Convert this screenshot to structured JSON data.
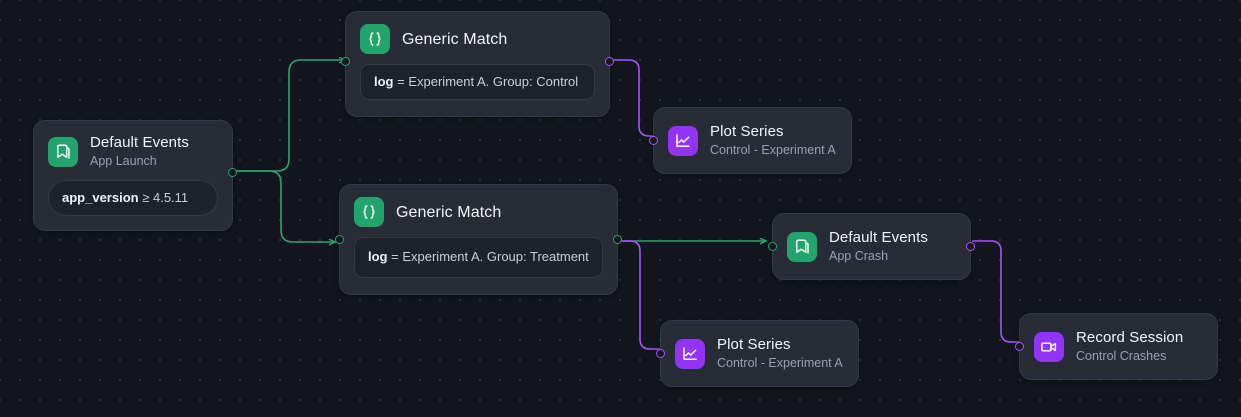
{
  "canvas": {
    "background_color": "#13161e",
    "grid_dot_color": "#2b303b",
    "accent_green": "#2fa26f",
    "accent_purple": "#a855f7",
    "icon_green": "#24a46d",
    "icon_purple": "#9333f5",
    "node_bg": "#272c36",
    "node_border": "#333945",
    "pill_bg": "#1e222b"
  },
  "nodes": [
    {
      "id": "default-events-app-launch",
      "title": "Default Events",
      "subtitle": "App Launch",
      "icon": "bookmark-icon",
      "icon_color": "green",
      "condition": {
        "key": "app_version",
        "operator": "≥",
        "value": "4.5.11"
      }
    },
    {
      "id": "generic-match-control",
      "title": "Generic Match",
      "subtitle": "",
      "icon": "braces-icon",
      "icon_color": "green",
      "condition": {
        "key": "log",
        "operator": "=",
        "value": "Experiment A. Group: Control"
      }
    },
    {
      "id": "generic-match-treatment",
      "title": "Generic Match",
      "subtitle": "",
      "icon": "braces-icon",
      "icon_color": "green",
      "condition": {
        "key": "log",
        "operator": "=",
        "value": "Experiment A. Group: Treatment"
      }
    },
    {
      "id": "plot-series-control-top",
      "title": "Plot Series",
      "subtitle": "Control - Experiment A",
      "icon": "line-chart-icon",
      "icon_color": "purple"
    },
    {
      "id": "default-events-app-crash",
      "title": "Default Events",
      "subtitle": "App Crash",
      "icon": "bookmark-icon",
      "icon_color": "green"
    },
    {
      "id": "plot-series-control-bottom",
      "title": "Plot Series",
      "subtitle": "Control - Experiment A",
      "icon": "line-chart-icon",
      "icon_color": "purple"
    },
    {
      "id": "record-session-control-crashes",
      "title": "Record Session",
      "subtitle": "Control Crashes",
      "icon": "video-camera-icon",
      "icon_color": "purple"
    }
  ],
  "edges": [
    {
      "id": "e1",
      "from": "default-events-app-launch",
      "to": "generic-match-control",
      "color": "#2fa26f"
    },
    {
      "id": "e2",
      "from": "default-events-app-launch",
      "to": "generic-match-treatment",
      "color": "#2fa26f"
    },
    {
      "id": "e3",
      "from": "generic-match-control",
      "to": "plot-series-control-top",
      "color": "#a855f7"
    },
    {
      "id": "e4",
      "from": "generic-match-treatment",
      "to": "default-events-app-crash",
      "color": "#2fa26f"
    },
    {
      "id": "e5",
      "from": "generic-match-treatment",
      "to": "plot-series-control-bottom",
      "color": "#a855f7"
    },
    {
      "id": "e6",
      "from": "default-events-app-crash",
      "to": "record-session-control-crashes",
      "color": "#a855f7"
    }
  ]
}
